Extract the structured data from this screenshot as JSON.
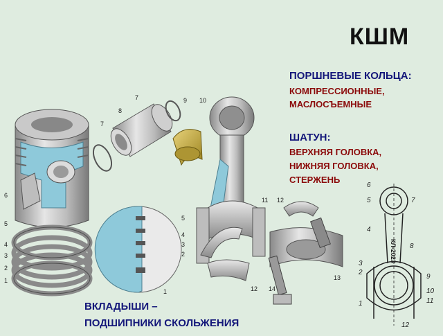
{
  "title": "КШМ",
  "rings": {
    "heading": "ПОРШНЕВЫЕ КОЛЬЦА:",
    "line1": "КОМПРЕССИОННЫЕ,",
    "line2": "МАСЛОСЪЕМНЫЕ"
  },
  "rod": {
    "heading": "ШАТУН:",
    "line1": "ВЕРХНЯЯ ГОЛОВКА,",
    "line2": "НИЖНЯЯ ГОЛОВКА,",
    "line3": "СТЕРЖЕНЬ"
  },
  "bearings": {
    "line1": "ВКЛАДЫШИ –",
    "line2": "ПОДШИПНИКИ СКОЛЬЖЕНИЯ"
  },
  "callouts": {
    "piston": [
      "6",
      "7",
      "8",
      "7",
      "9",
      "10"
    ],
    "rings": [
      "6",
      "5",
      "4",
      "3",
      "2",
      "1"
    ],
    "groove": [
      "5",
      "4",
      "3",
      "2",
      "1"
    ],
    "bolt": [
      "11",
      "12",
      "12",
      "14",
      "13"
    ],
    "drawing": [
      "6",
      "7",
      "5",
      "4",
      "8",
      "3",
      "2",
      "9",
      "10",
      "11",
      "1",
      "12"
    ]
  },
  "rod_stamp": "КЛ-2023",
  "colors": {
    "background": "#dfece0",
    "metal": "#b9b9b9",
    "cutaway": "#8ec9da",
    "bronze": "#c9b24a",
    "heading": "#14177a",
    "text": "#8b0a0a"
  }
}
